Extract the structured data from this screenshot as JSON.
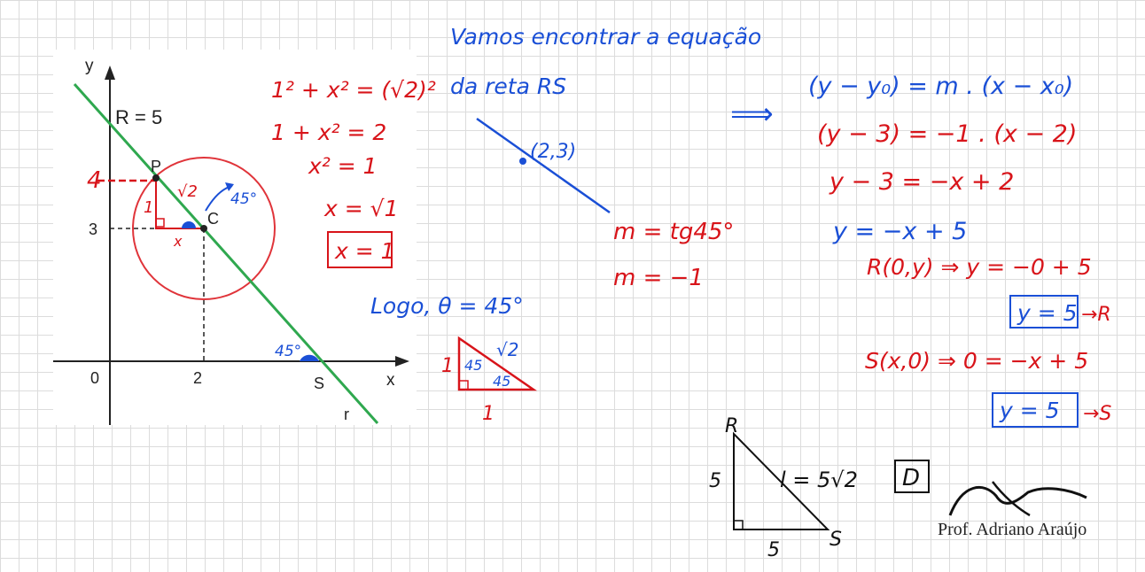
{
  "graph": {
    "axis_y": "y",
    "axis_x": "x",
    "origin": "0",
    "tick_x": "2",
    "tick_y": "3",
    "point_P": "P",
    "point_C": "C",
    "point_S": "S",
    "line_r": "r",
    "segment_x": "x",
    "segment_1": "1",
    "sqrt2": "√2",
    "height_4": "4",
    "angle_45_C": "45°",
    "angle_45_S": "45°",
    "R_label": "R = 5"
  },
  "pythagoras": {
    "line1": "1² + x² = (√2)²",
    "line2": "1 + x² = 2",
    "line3": "x² = 1",
    "line4": "x = √1",
    "line5": "x = 1"
  },
  "intro": {
    "line1": "Vamos encontrar a equação",
    "line2": "da reta RS",
    "point": "(2,3)"
  },
  "slope": {
    "line1": "m = tg45°",
    "line2": "m = −1"
  },
  "logo": {
    "text": "Logo, θ = 45°",
    "tri_hyp": "√2",
    "tri_side": "1",
    "tri_base": "1",
    "tri_angle1": "45",
    "tri_angle2": "45"
  },
  "arrow": "⟹",
  "equations": {
    "line1": "(y − y₀) = m . (x − x₀)",
    "line2": "(y − 3) = −1 . (x − 2)",
    "line3": "y − 3 = −x + 2",
    "line4": "y = −x + 5",
    "line5": "R(0,y) ⇒ y = −0 + 5",
    "box1": "y = 5",
    "box1_tag": "→R",
    "line6": "S(x,0) ⇒ 0 = −x + 5",
    "box2": "y = 5",
    "box2_tag": "→S"
  },
  "final": {
    "R": "R",
    "S": "S",
    "side_left": "5",
    "side_bottom": "5",
    "hyp": "l = 5√2",
    "answer": "D"
  },
  "signature": "Prof. Adriano Araújo",
  "colors": {
    "blue": "#1a4fd6",
    "red": "#d8141a",
    "green": "#2fa84f",
    "grid": "#dcdcdc"
  }
}
